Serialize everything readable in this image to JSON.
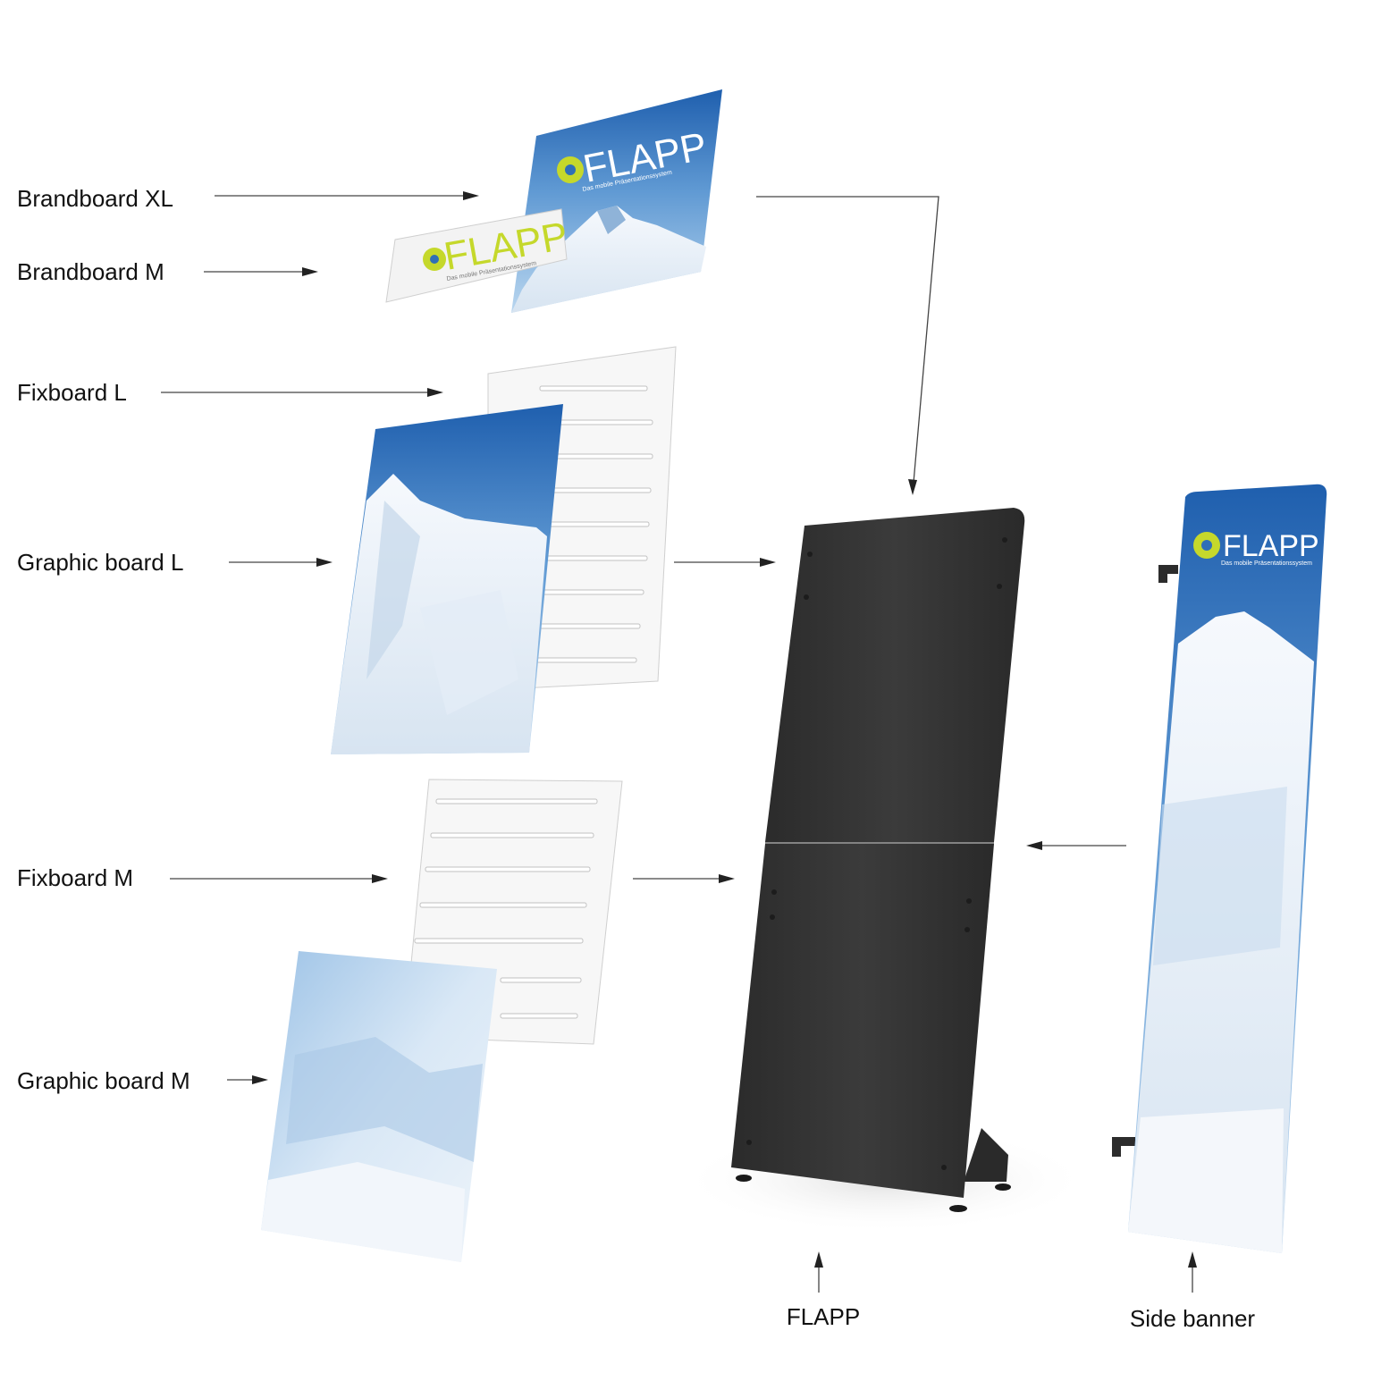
{
  "labels": {
    "brandboard_xl": "Brandboard XL",
    "brandboard_m": "Brandboard M",
    "fixboard_l": "Fixboard L",
    "graphic_board_l": "Graphic board L",
    "fixboard_m": "Fixboard M",
    "graphic_board_m": "Graphic board M",
    "flapp": "FLAPP",
    "side_banner": "Side banner"
  },
  "brand": {
    "logo_text": "FLAPP",
    "tagline": "Das mobile Präsentationssystem",
    "accent_color": "#c5d82b",
    "panel_color": "#2f6fb7",
    "stand_color": "#353535"
  }
}
